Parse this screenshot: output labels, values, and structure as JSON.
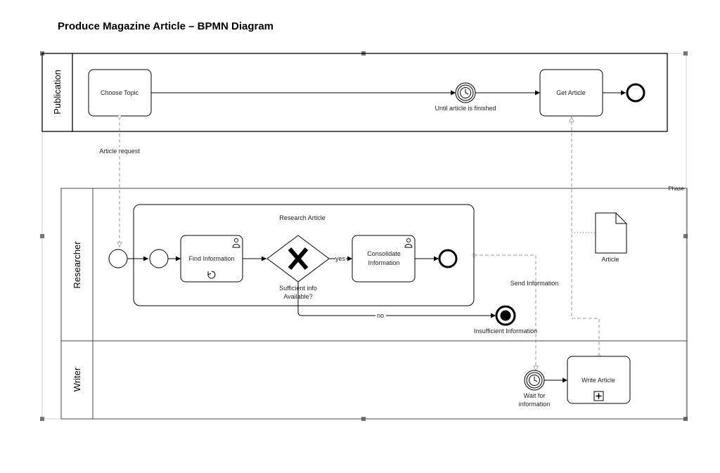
{
  "title": "Produce Magazine Article – BPMN Diagram",
  "pools": {
    "publication": "Publication",
    "researcher": "Researcher",
    "writer": "Writer",
    "phase_label": "Phase"
  },
  "tasks": {
    "choose_topic": "Choose Topic",
    "get_article": "Get Article",
    "research_article": "Research Article",
    "find_information": "Find Information",
    "consolidate_line1": "Consolidate",
    "consolidate_line2": "Information",
    "write_article": "Write Article"
  },
  "events": {
    "until_finished": "Until article is finished",
    "insufficient": "Insufficient Information",
    "wait_line1": "Wait for",
    "wait_line2": "information"
  },
  "gateway": {
    "line1": "Sufficient info",
    "line2": "Available?",
    "yes": "yes",
    "no": "no"
  },
  "flows": {
    "article_request": "Article request",
    "send_information": "Send Information"
  },
  "artifact": {
    "article": "Article"
  }
}
